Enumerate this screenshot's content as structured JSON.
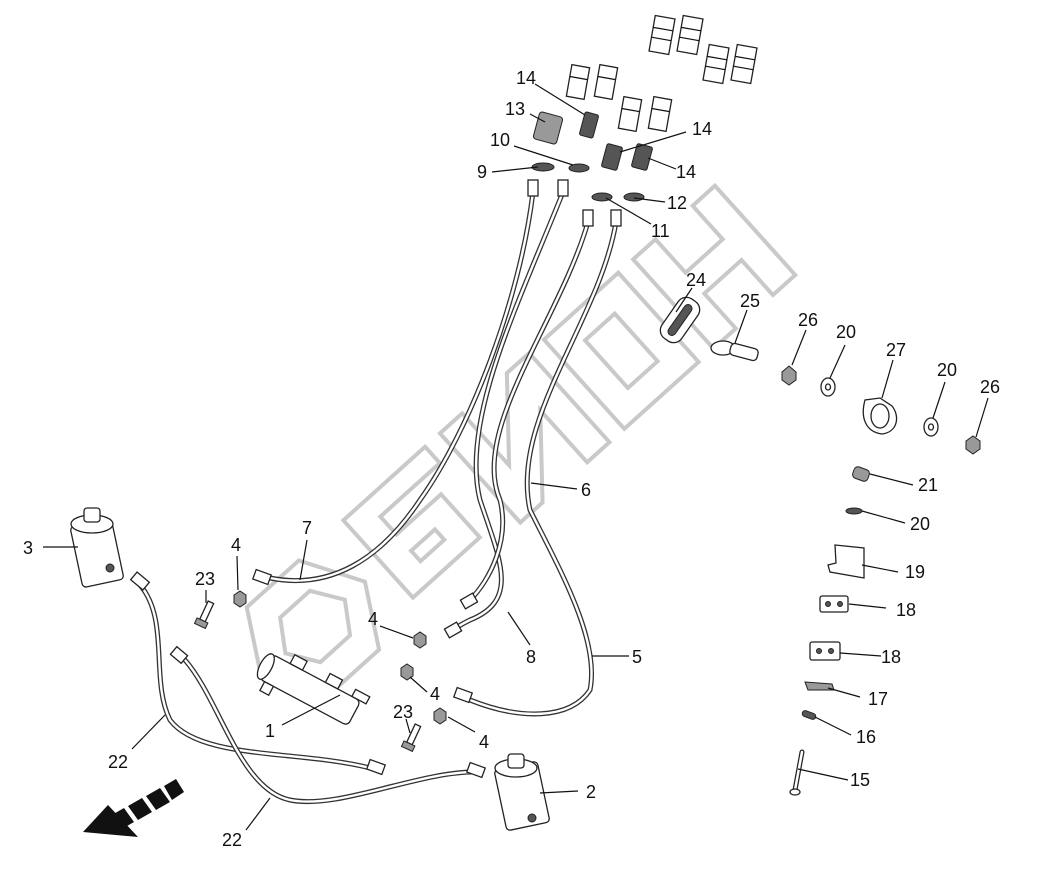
{
  "callouts": [
    {
      "id": "c1",
      "label": "1"
    },
    {
      "id": "c2",
      "label": "2"
    },
    {
      "id": "c3",
      "label": "3"
    },
    {
      "id": "c4a",
      "label": "4"
    },
    {
      "id": "c4b",
      "label": "4"
    },
    {
      "id": "c4c",
      "label": "4"
    },
    {
      "id": "c4d",
      "label": "4"
    },
    {
      "id": "c5",
      "label": "5"
    },
    {
      "id": "c6",
      "label": "6"
    },
    {
      "id": "c7",
      "label": "7"
    },
    {
      "id": "c8",
      "label": "8"
    },
    {
      "id": "c9",
      "label": "9"
    },
    {
      "id": "c10",
      "label": "10"
    },
    {
      "id": "c11",
      "label": "11"
    },
    {
      "id": "c12",
      "label": "12"
    },
    {
      "id": "c13",
      "label": "13"
    },
    {
      "id": "c14a",
      "label": "14"
    },
    {
      "id": "c14b",
      "label": "14"
    },
    {
      "id": "c14c",
      "label": "14"
    },
    {
      "id": "c15",
      "label": "15"
    },
    {
      "id": "c16",
      "label": "16"
    },
    {
      "id": "c17",
      "label": "17"
    },
    {
      "id": "c18a",
      "label": "18"
    },
    {
      "id": "c18b",
      "label": "18"
    },
    {
      "id": "c19",
      "label": "19"
    },
    {
      "id": "c20a",
      "label": "20"
    },
    {
      "id": "c20b",
      "label": "20"
    },
    {
      "id": "c20c",
      "label": "20"
    },
    {
      "id": "c21",
      "label": "21"
    },
    {
      "id": "c22a",
      "label": "22"
    },
    {
      "id": "c22b",
      "label": "22"
    },
    {
      "id": "c23a",
      "label": "23"
    },
    {
      "id": "c23b",
      "label": "23"
    },
    {
      "id": "c24",
      "label": "24"
    },
    {
      "id": "c25",
      "label": "25"
    },
    {
      "id": "c26a",
      "label": "26"
    },
    {
      "id": "c26b",
      "label": "26"
    },
    {
      "id": "c27",
      "label": "27"
    }
  ],
  "watermark": {
    "text": "БИЗОН"
  },
  "colors": {
    "line": "#222222",
    "watermark": "#c9c9c9",
    "arrow": "#111111"
  },
  "icons": {
    "direction": "forward-direction-arrow-icon",
    "watermark": "bizon-logo-watermark"
  }
}
